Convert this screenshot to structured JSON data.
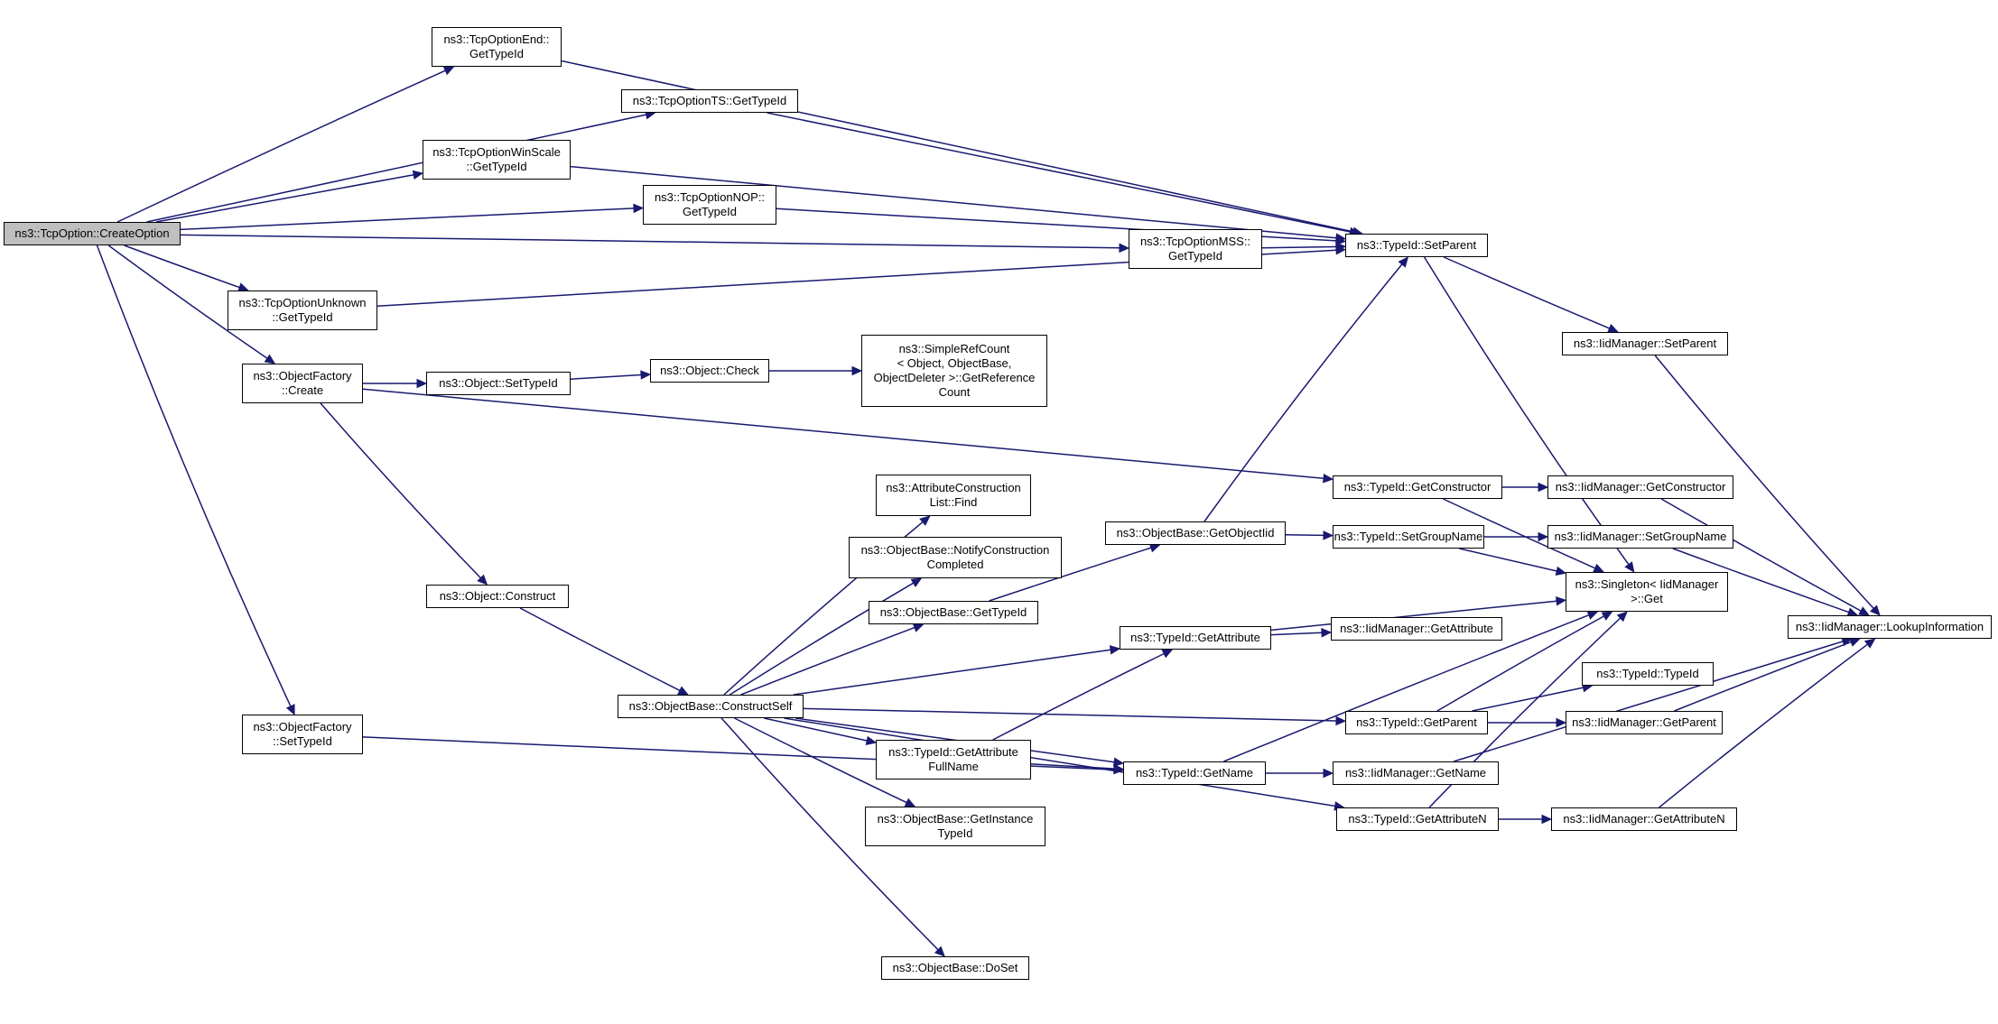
{
  "diagram": {
    "edge_color": "#191970",
    "root_fill": "#bfbfbf",
    "nodes": [
      {
        "id": "root",
        "lines": [
          "ns3::TcpOption::CreateOption"
        ]
      },
      {
        "id": "end",
        "lines": [
          "ns3::TcpOptionEnd::",
          "GetTypeId"
        ]
      },
      {
        "id": "ts",
        "lines": [
          "ns3::TcpOptionTS::GetTypeId"
        ]
      },
      {
        "id": "ws",
        "lines": [
          "ns3::TcpOptionWinScale",
          "::GetTypeId"
        ]
      },
      {
        "id": "nop",
        "lines": [
          "ns3::TcpOptionNOP::",
          "GetTypeId"
        ]
      },
      {
        "id": "mss",
        "lines": [
          "ns3::TcpOptionMSS::",
          "GetTypeId"
        ]
      },
      {
        "id": "unk",
        "lines": [
          "ns3::TcpOptionUnknown",
          "::GetTypeId"
        ]
      },
      {
        "id": "ofc",
        "lines": [
          "ns3::ObjectFactory",
          "::Create"
        ]
      },
      {
        "id": "ofs",
        "lines": [
          "ns3::ObjectFactory",
          "::SetTypeId"
        ]
      },
      {
        "id": "objset",
        "lines": [
          "ns3::Object::SetTypeId"
        ]
      },
      {
        "id": "objchk",
        "lines": [
          "ns3::Object::Check"
        ]
      },
      {
        "id": "simpleref",
        "lines": [
          "ns3::SimpleRefCount",
          "< Object, ObjectBase,",
          "ObjectDeleter >::GetReference",
          "Count"
        ]
      },
      {
        "id": "objcons",
        "lines": [
          "ns3::Object::Construct"
        ]
      },
      {
        "id": "cself",
        "lines": [
          "ns3::ObjectBase::ConstructSelf"
        ]
      },
      {
        "id": "acl",
        "lines": [
          "ns3::AttributeConstruction",
          "List::Find"
        ]
      },
      {
        "id": "notify",
        "lines": [
          "ns3::ObjectBase::NotifyConstruction",
          "Completed"
        ]
      },
      {
        "id": "obgt",
        "lines": [
          "ns3::ObjectBase::GetTypeId"
        ]
      },
      {
        "id": "obgi",
        "lines": [
          "ns3::ObjectBase::GetInstance",
          "TypeId"
        ]
      },
      {
        "id": "doset",
        "lines": [
          "ns3::ObjectBase::DoSet"
        ]
      },
      {
        "id": "tgafn",
        "lines": [
          "ns3::TypeId::GetAttribute",
          "FullName"
        ]
      },
      {
        "id": "getoid",
        "lines": [
          "ns3::ObjectBase::GetObjectIid"
        ]
      },
      {
        "id": "tga",
        "lines": [
          "ns3::TypeId::GetAttribute"
        ]
      },
      {
        "id": "tgname",
        "lines": [
          "ns3::TypeId::GetName"
        ]
      },
      {
        "id": "setparent",
        "lines": [
          "ns3::TypeId::SetParent"
        ]
      },
      {
        "id": "tgc",
        "lines": [
          "ns3::TypeId::GetConstructor"
        ]
      },
      {
        "id": "tsgn",
        "lines": [
          "ns3::TypeId::SetGroupName"
        ]
      },
      {
        "id": "igattr",
        "lines": [
          "ns3::IidManager::GetAttribute"
        ]
      },
      {
        "id": "tgp",
        "lines": [
          "ns3::TypeId::GetParent"
        ]
      },
      {
        "id": "ign",
        "lines": [
          "ns3::IidManager::GetName"
        ]
      },
      {
        "id": "tgan",
        "lines": [
          "ns3::TypeId::GetAttributeN"
        ]
      },
      {
        "id": "isp",
        "lines": [
          "ns3::IidManager::SetParent"
        ]
      },
      {
        "id": "igc",
        "lines": [
          "ns3::IidManager::GetConstructor"
        ]
      },
      {
        "id": "isgn",
        "lines": [
          "ns3::IidManager::SetGroupName"
        ]
      },
      {
        "id": "singleton",
        "lines": [
          "ns3::Singleton< IidManager",
          ">::Get"
        ]
      },
      {
        "id": "ttid",
        "lines": [
          "ns3::TypeId::TypeId"
        ]
      },
      {
        "id": "igp",
        "lines": [
          "ns3::IidManager::GetParent"
        ]
      },
      {
        "id": "igan",
        "lines": [
          "ns3::IidManager::GetAttributeN"
        ]
      },
      {
        "id": "lookup",
        "lines": [
          "ns3::IidManager::LookupInformation"
        ]
      }
    ],
    "edges": [
      [
        "root",
        "end"
      ],
      [
        "root",
        "ts"
      ],
      [
        "root",
        "ws"
      ],
      [
        "root",
        "nop"
      ],
      [
        "root",
        "mss"
      ],
      [
        "root",
        "unk"
      ],
      [
        "root",
        "ofc"
      ],
      [
        "root",
        "ofs"
      ],
      [
        "end",
        "setparent"
      ],
      [
        "ts",
        "setparent"
      ],
      [
        "ws",
        "setparent"
      ],
      [
        "nop",
        "setparent"
      ],
      [
        "mss",
        "setparent"
      ],
      [
        "unk",
        "setparent"
      ],
      [
        "ofc",
        "objset"
      ],
      [
        "ofc",
        "tgc"
      ],
      [
        "ofc",
        "objcons"
      ],
      [
        "objset",
        "objchk"
      ],
      [
        "objchk",
        "simpleref"
      ],
      [
        "objcons",
        "cself"
      ],
      [
        "cself",
        "acl"
      ],
      [
        "cself",
        "notify"
      ],
      [
        "cself",
        "obgt"
      ],
      [
        "cself",
        "tga"
      ],
      [
        "cself",
        "tgp"
      ],
      [
        "cself",
        "tgafn"
      ],
      [
        "cself",
        "obgi"
      ],
      [
        "cself",
        "tgname"
      ],
      [
        "cself",
        "tgan"
      ],
      [
        "cself",
        "doset"
      ],
      [
        "ofs",
        "tgname"
      ],
      [
        "obgt",
        "getoid"
      ],
      [
        "getoid",
        "setparent"
      ],
      [
        "getoid",
        "tsgn"
      ],
      [
        "tgafn",
        "tga"
      ],
      [
        "tgafn",
        "tgname"
      ],
      [
        "tga",
        "singleton"
      ],
      [
        "tga",
        "igattr"
      ],
      [
        "tgname",
        "singleton"
      ],
      [
        "tgname",
        "ign"
      ],
      [
        "setparent",
        "isp"
      ],
      [
        "setparent",
        "singleton"
      ],
      [
        "tgc",
        "igc"
      ],
      [
        "tgc",
        "singleton"
      ],
      [
        "tsgn",
        "isgn"
      ],
      [
        "tsgn",
        "singleton"
      ],
      [
        "tgp",
        "singleton"
      ],
      [
        "tgp",
        "ttid"
      ],
      [
        "tgp",
        "igp"
      ],
      [
        "tgan",
        "singleton"
      ],
      [
        "tgan",
        "igan"
      ],
      [
        "isp",
        "lookup"
      ],
      [
        "igc",
        "lookup"
      ],
      [
        "isgn",
        "lookup"
      ],
      [
        "igp",
        "lookup"
      ],
      [
        "ign",
        "lookup"
      ],
      [
        "igan",
        "lookup"
      ]
    ]
  }
}
